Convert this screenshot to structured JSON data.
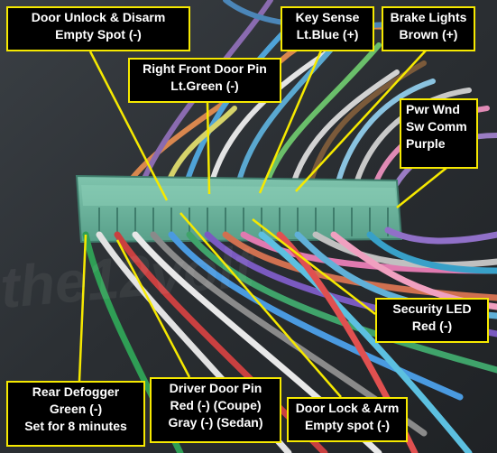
{
  "image": {
    "subject": "wire harness connector photo",
    "colors": {
      "background": "#2b2f33",
      "connector": "#6fb6a0",
      "label_border": "#f6e900",
      "label_fill": "#000000",
      "label_text": "#ffffff",
      "leader_line": "#f6e900"
    }
  },
  "labels": {
    "door_unlock": {
      "line1": "Door Unlock & Disarm",
      "line2": "Empty Spot (-)"
    },
    "key_sense": {
      "line1": "Key Sense",
      "line2": "Lt.Blue (+)"
    },
    "brake_lights": {
      "line1": "Brake Lights",
      "line2": "Brown (+)"
    },
    "right_front_door": {
      "line1": "Right Front Door Pin",
      "line2": "Lt.Green (-)"
    },
    "pwr_wnd": {
      "line1": "Pwr Wnd",
      "line2": "Sw Comm",
      "line3": "Purple"
    },
    "security_led": {
      "line1": "Security LED",
      "line2": "Red (-)"
    },
    "rear_defogger": {
      "line1": "Rear Defogger",
      "line2": "Green (-)",
      "line3": "Set for 8 minutes"
    },
    "driver_door": {
      "line1": "Driver Door Pin",
      "line2": "Red (-) (Coupe)",
      "line3": "Gray (-) (Sedan)"
    },
    "door_lock": {
      "line1": "Door Lock & Arm",
      "line2": "Empty spot (-)"
    }
  }
}
